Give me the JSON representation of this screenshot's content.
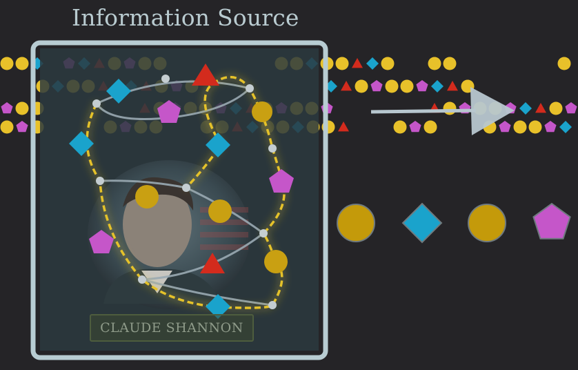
{
  "title": "Information Source",
  "portrait": {
    "caption": "CLAUDE SHANNON"
  },
  "colors": {
    "background": "#252427",
    "frame": "#b8ccd2",
    "circle": "#e8c12a",
    "circle_large": "#c49a0a",
    "diamond": "#1aa3cc",
    "triangle": "#d32b1d",
    "pentagon": "#c556c9",
    "path": "#e5c22a",
    "edge": "#9aaab3",
    "arrow": "#b7c7cf"
  },
  "output_sequence": [
    "circle",
    "diamond",
    "circle",
    "pentagon"
  ]
}
